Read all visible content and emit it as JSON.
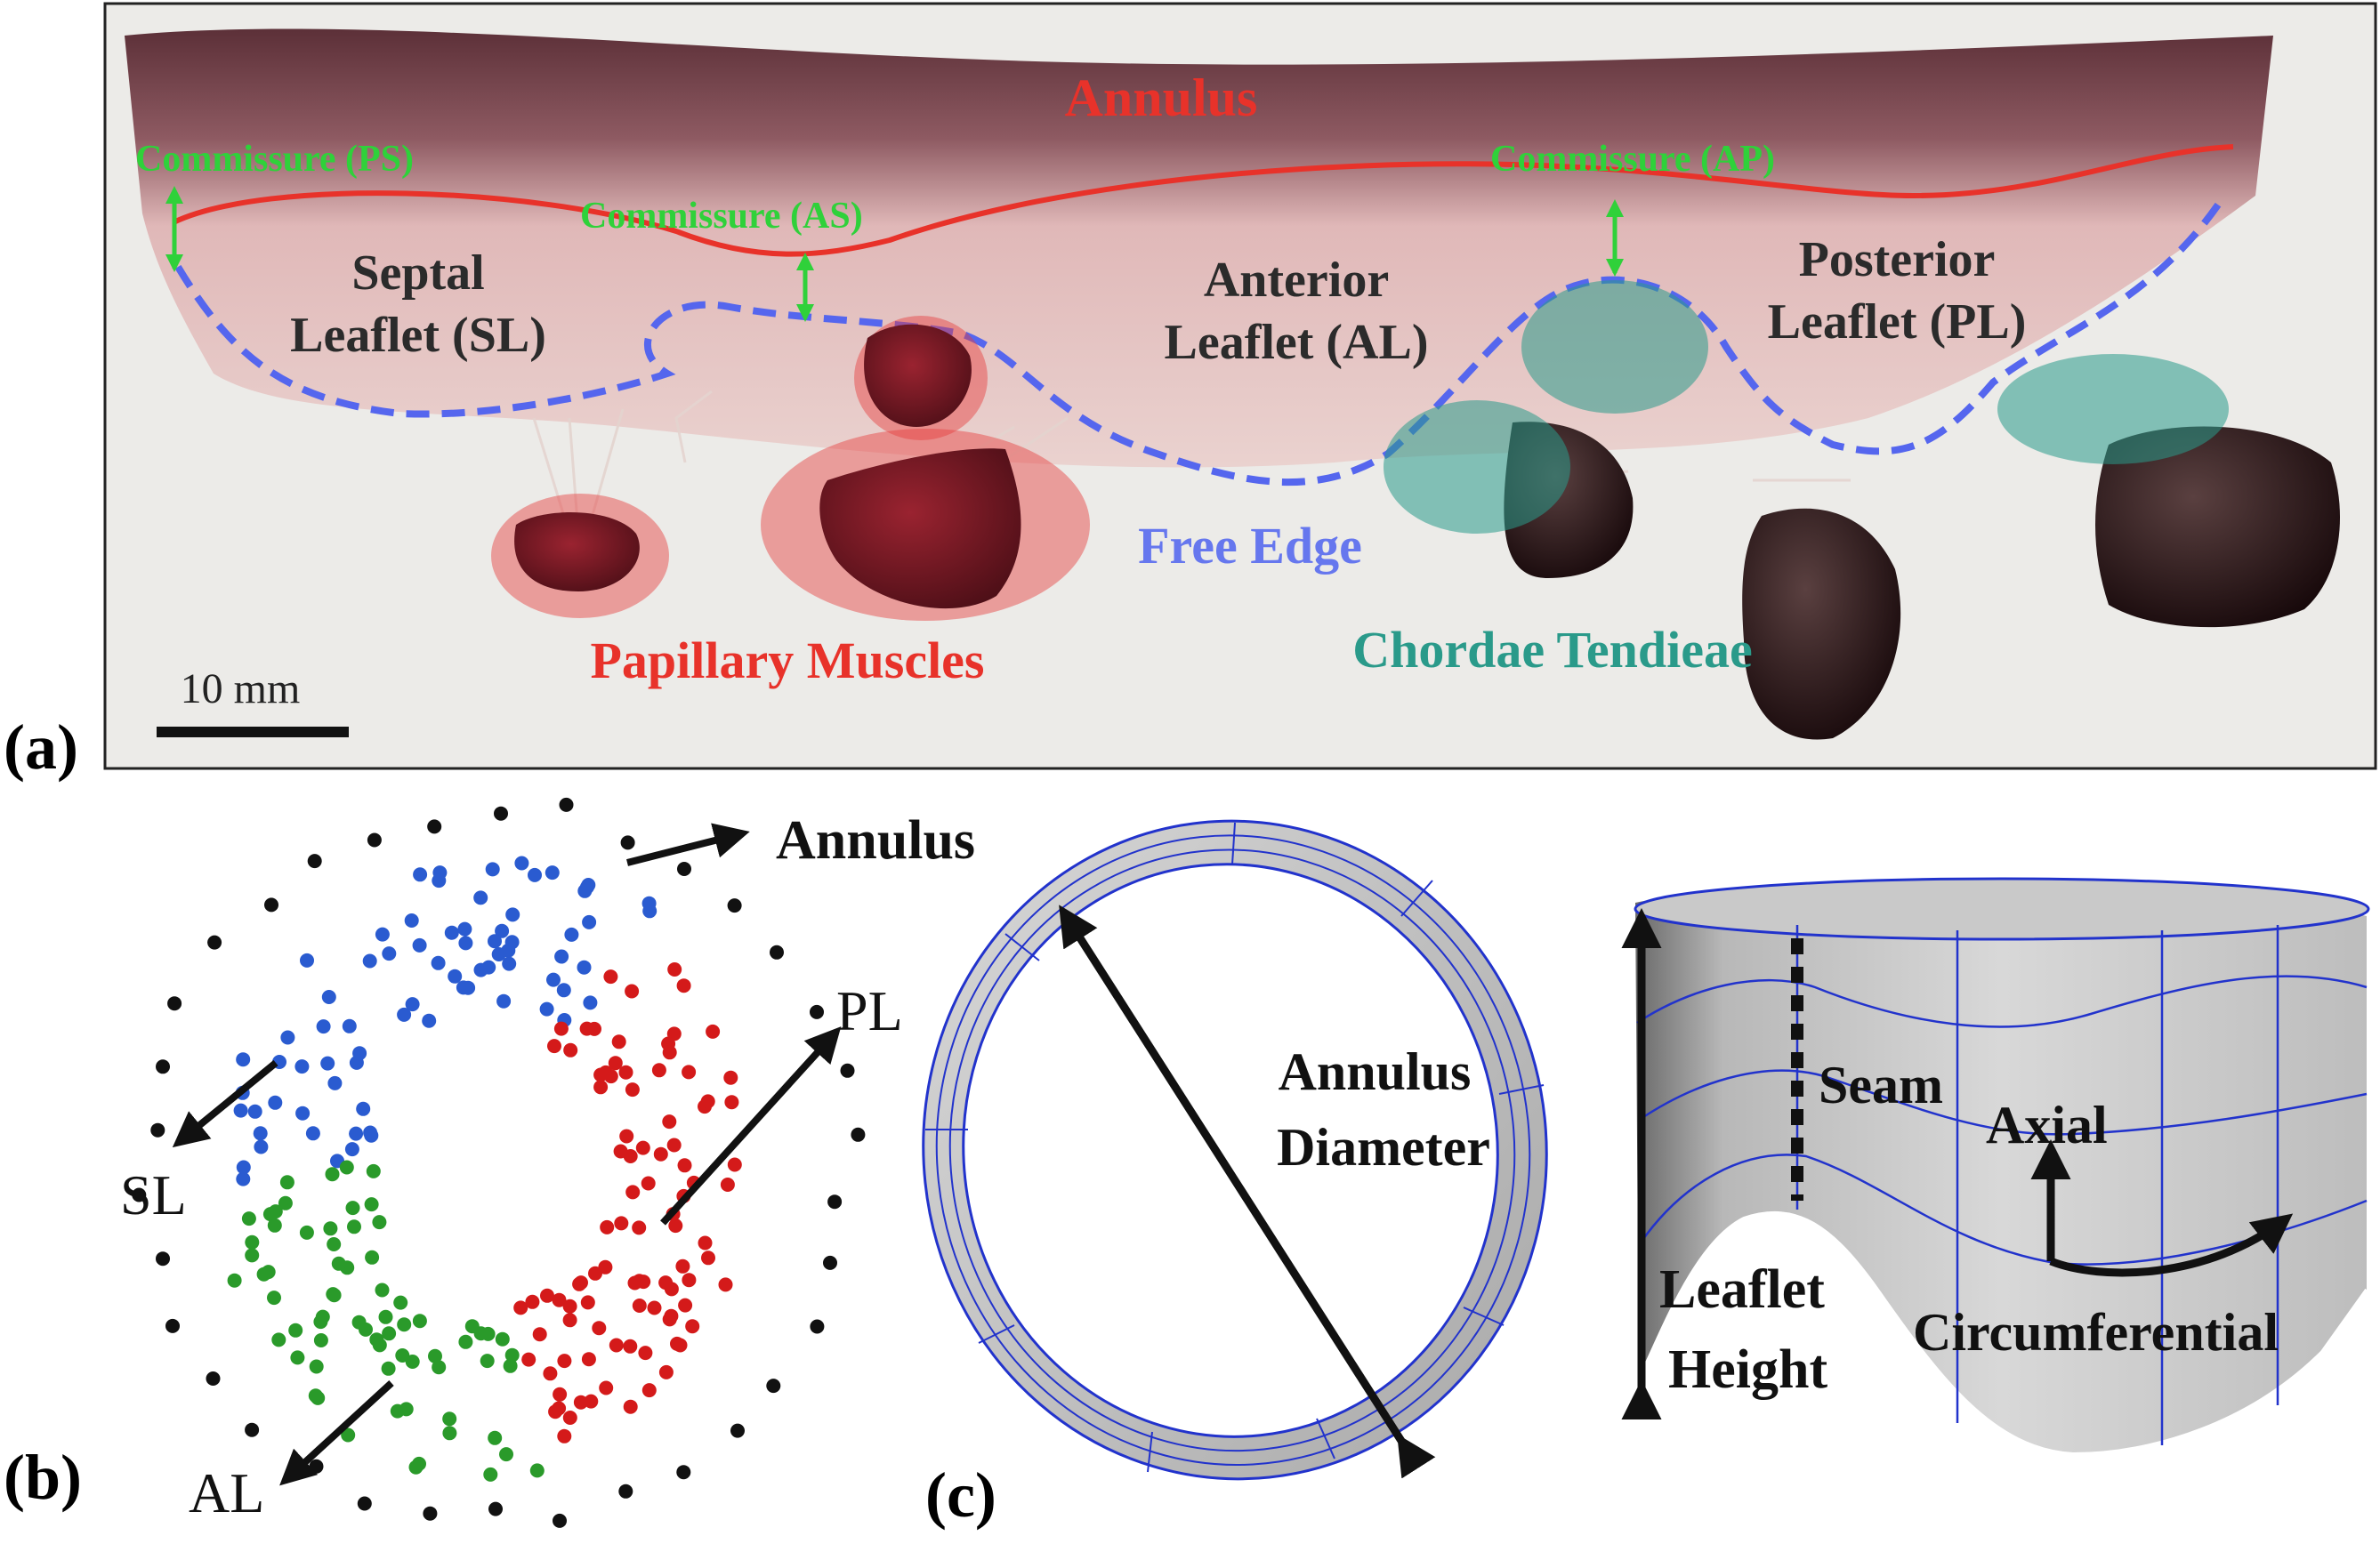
{
  "panel_a": {
    "label": "(a)",
    "annulus": "Annulus",
    "commissure_ps": "Commissure (PS)",
    "commissure_as": "Commissure (AS)",
    "commissure_ap": "Commissure (AP)",
    "septal_line1": "Septal",
    "septal_line2": "Leaflet (SL)",
    "anterior_line1": "Anterior",
    "anterior_line2": "Leaflet (AL)",
    "posterior_line1": "Posterior",
    "posterior_line2": "Leaflet (PL)",
    "free_edge": "Free Edge",
    "papillary": "Papillary Muscles",
    "chordae": "Chordae Tendieae",
    "scale": "10 mm",
    "colors": {
      "annulus": "#e8322a",
      "commissure": "#2fd13a",
      "free_edge": "#5566ee",
      "papillary": "#e63b3b",
      "chordae": "#2a9a8a"
    }
  },
  "panel_b": {
    "label": "(b)",
    "annulus": "Annulus",
    "sl": "SL",
    "pl": "PL",
    "al": "AL",
    "colors": {
      "annulus": "#111111",
      "septal": "#2a5bd0",
      "posterior": "#d41a1a",
      "anterior": "#2a9a2a"
    }
  },
  "panel_c": {
    "label": "(c)",
    "diameter_line1": "Annulus",
    "diameter_line2": "Diameter",
    "seam": "Seam",
    "axial": "Axial",
    "leaflet_line1": "Leaflet",
    "leaflet_line2": "Height",
    "circumferential": "Circumferential",
    "colors": {
      "mesh": "#2233cc",
      "surface": "#c8c8c8"
    }
  }
}
